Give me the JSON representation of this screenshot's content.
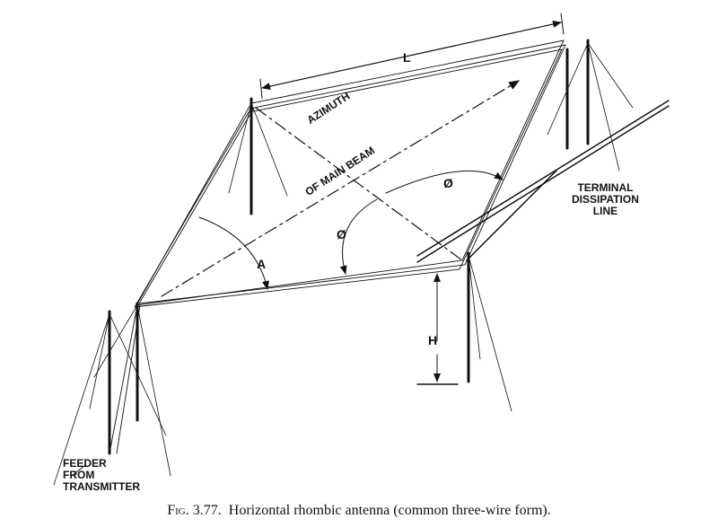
{
  "figure": {
    "labels": {
      "length": "L",
      "azimuth_line1": "AZIMUTH",
      "azimuth_line2": "OF MAIN BEAM",
      "phi_upper": "Ø",
      "phi_lower": "Ø",
      "angle_a": "A",
      "height": "H",
      "terminal_line1": "TERMINAL",
      "terminal_line2": "DISSIPATION",
      "terminal_line3": "LINE",
      "feeder_line1": "FEEDER",
      "feeder_line2": "FROM",
      "feeder_line3": "TRANSMITTER"
    },
    "caption": {
      "number": "Fig. 3.77.",
      "text": "Horizontal rhombic antenna (common three-wire form)."
    }
  }
}
